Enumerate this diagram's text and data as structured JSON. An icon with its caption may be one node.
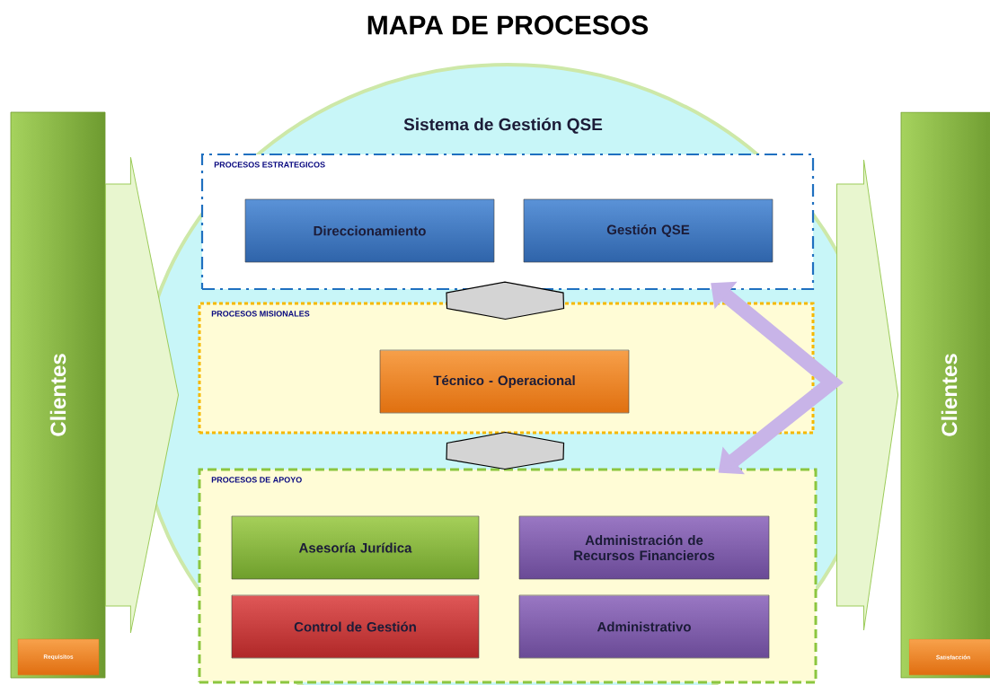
{
  "diagram": {
    "title": "MAPA DE PROCESOS",
    "nodes": [
      {
        "text": [
          "Clientes"
        ]
      },
      {
        "text": [
          "Requisitos"
        ],
        "in": 0
      },
      {
        "text": [
          "Sistema de Gestión  QSE"
        ]
      },
      {
        "text": [
          "PROCESOS ESTRATEGICOS"
        ],
        "in": 2
      },
      {
        "text": [
          "Direccionamiento"
        ],
        "in": 3
      },
      {
        "text": [
          "Gestión QSE"
        ],
        "in": 3
      },
      {
        "text": [
          "PROCESOS MISIONALES"
        ],
        "in": 2
      },
      {
        "text": [
          "Técnico - Operacional"
        ],
        "in": 6
      },
      {
        "text": [
          "PROCESOS DE APOYO"
        ],
        "in": 2
      },
      {
        "text": [
          "Asesoría Jurídica"
        ],
        "in": 8
      },
      {
        "text": [
          "Administración de Recursos Financieros"
        ],
        "in": 8
      },
      {
        "text": [
          "Control de Gestión"
        ],
        "in": 8
      },
      {
        "text": [
          "Administrativo"
        ],
        "in": 8
      },
      {
        "text": [
          "Clientes"
        ]
      },
      {
        "text": [
          "Satisfacción"
        ],
        "in": 13
      }
    ],
    "edges": [
      {
        "from": 0,
        "to": 6,
        "arrow": "to"
      },
      {
        "from": 6,
        "to": 13,
        "arrow": "to"
      },
      {
        "from": 3,
        "to": 6,
        "arrow": "both"
      },
      {
        "from": 6,
        "to": 8,
        "arrow": "both"
      },
      {
        "from": 3,
        "to": 8,
        "arrow": "both",
        "color": "#c8b4e8"
      }
    ]
  }
}
